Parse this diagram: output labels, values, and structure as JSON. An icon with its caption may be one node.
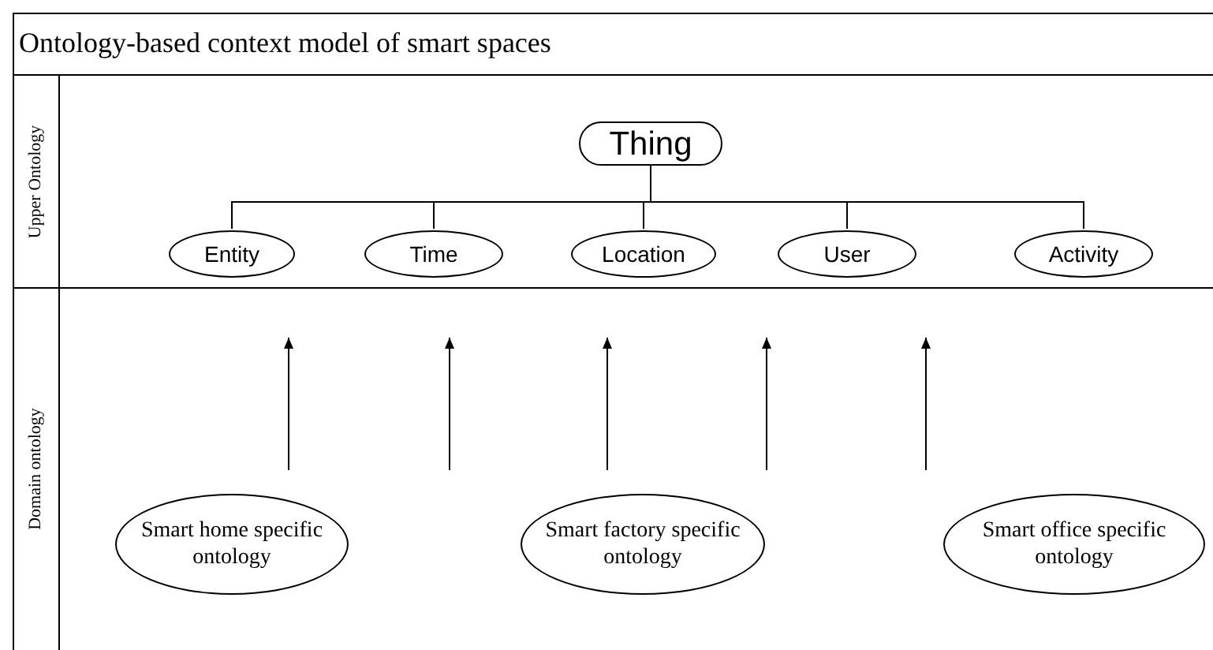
{
  "diagram": {
    "title": "Ontology-based context model of smart spaces",
    "nodes": [
      {
        "text": [
          "Upper Ontology"
        ]
      },
      {
        "text": [
          "Domain ontology"
        ]
      },
      {
        "text": [
          "Thing"
        ],
        "in": 0
      },
      {
        "text": [
          "Entity"
        ],
        "in": 0
      },
      {
        "text": [
          "Time"
        ],
        "in": 0
      },
      {
        "text": [
          "Location"
        ],
        "in": 0
      },
      {
        "text": [
          "User"
        ],
        "in": 0
      },
      {
        "text": [
          "Activity"
        ],
        "in": 0
      },
      {
        "text": [
          "Smart home specific ontology"
        ],
        "in": 1
      },
      {
        "text": [
          "Smart factory specific ontology"
        ],
        "in": 1
      },
      {
        "text": [
          "Smart office specific ontology"
        ],
        "in": 1
      }
    ],
    "edges": [
      {
        "from": 2,
        "to": 3,
        "arrow": "none"
      },
      {
        "from": 2,
        "to": 4,
        "arrow": "none"
      },
      {
        "from": 2,
        "to": 5,
        "arrow": "none"
      },
      {
        "from": 2,
        "to": 6,
        "arrow": "none"
      },
      {
        "from": 2,
        "to": 7,
        "arrow": "none"
      }
    ]
  }
}
